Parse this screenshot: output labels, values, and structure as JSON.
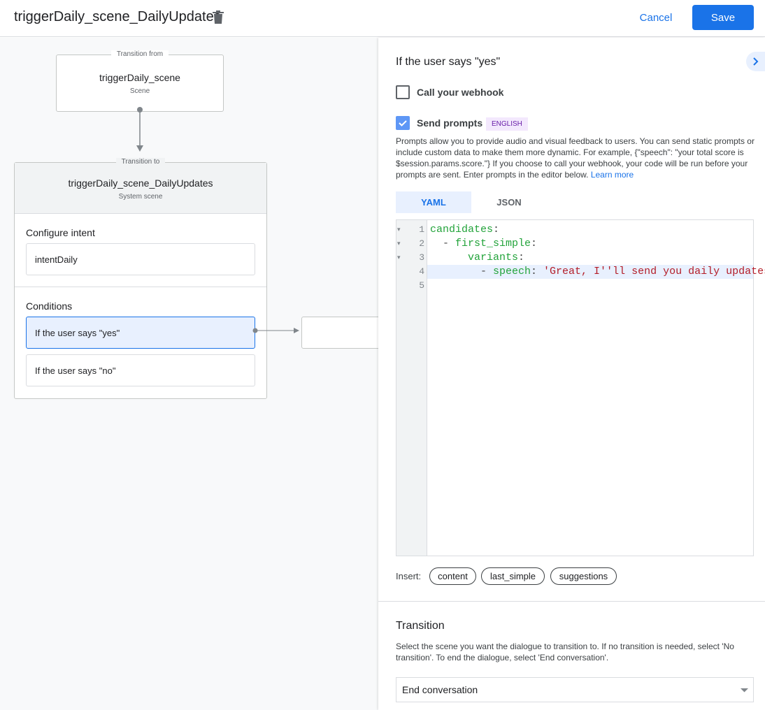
{
  "header": {
    "title": "triggerDaily_scene_DailyUpdates",
    "cancel": "Cancel",
    "save": "Save"
  },
  "colors": {
    "accent": "#1a73e8",
    "badge_bg": "#f3e8fd",
    "badge_text": "#681da8",
    "selected_bg": "#e8f0fe"
  },
  "canvas": {
    "from": {
      "legend": "Transition from",
      "name": "triggerDaily_scene",
      "type": "Scene"
    },
    "to": {
      "legend": "Transition to",
      "name": "triggerDaily_scene_DailyUpdates",
      "type": "System scene",
      "intent_label": "Configure intent",
      "intent": "intentDaily",
      "conditions_label": "Conditions",
      "conditions": [
        "If the user says \"yes\"",
        "If the user says \"no\""
      ]
    }
  },
  "panel": {
    "title": "If the user says \"yes\"",
    "webhook": {
      "label": "Call your webhook",
      "checked": false
    },
    "prompts": {
      "label": "Send prompts",
      "checked": true,
      "badge": "ENGLISH",
      "description": "Prompts allow you to provide audio and visual feedback to users. You can send static prompts or include custom data to make them more dynamic. For example, {\"speech\": \"your total score is $session.params.score.\"} If you choose to call your webhook, your code will be run before your prompts are sent. Enter prompts in the editor below.",
      "learn_more": "Learn more"
    },
    "tabs": [
      {
        "label": "YAML",
        "active": true
      },
      {
        "label": "JSON",
        "active": false
      }
    ],
    "code_lines": [
      {
        "num": "1",
        "fold": true,
        "indent": "",
        "dash": "",
        "key": "candidates",
        "value": ""
      },
      {
        "num": "2",
        "fold": true,
        "indent": "  ",
        "dash": "- ",
        "key": "first_simple",
        "value": ""
      },
      {
        "num": "3",
        "fold": true,
        "indent": "      ",
        "dash": "",
        "key": "variants",
        "value": ""
      },
      {
        "num": "4",
        "fold": false,
        "indent": "        ",
        "dash": "- ",
        "key": "speech",
        "value": " 'Great, I''ll send you daily updates.",
        "highlight": true
      },
      {
        "num": "5",
        "fold": false,
        "indent": "",
        "dash": "",
        "key": "",
        "value": ""
      }
    ],
    "insert_label": "Insert:",
    "insert_chips": [
      "content",
      "last_simple",
      "suggestions"
    ],
    "transition": {
      "title": "Transition",
      "description": "Select the scene you want the dialogue to transition to. If no transition is needed, select 'No transition'. To end the dialogue, select 'End conversation'.",
      "selected": "End conversation"
    }
  }
}
